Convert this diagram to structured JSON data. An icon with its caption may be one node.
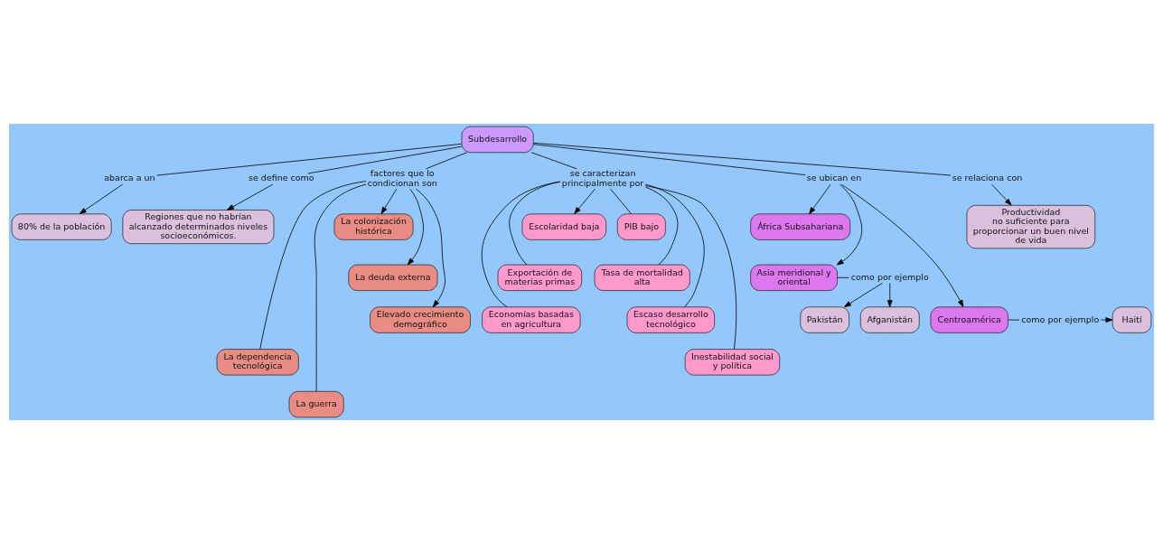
{
  "diagram": {
    "nodes": [
      {
        "text": [
          "Subdesarrollo"
        ]
      },
      {
        "text": [
          "abarca a un"
        ]
      },
      {
        "text": [
          "80% de la población"
        ]
      },
      {
        "text": [
          "se define como"
        ]
      },
      {
        "text": [
          "Regiones que no habrían alcanzado determinados niveles socioeconómicos."
        ]
      },
      {
        "text": [
          "factores que lo condicionan son"
        ]
      },
      {
        "text": [
          "La colonización histórica"
        ]
      },
      {
        "text": [
          "La deuda externa"
        ]
      },
      {
        "text": [
          "Elevado crecimiento demográfico"
        ]
      },
      {
        "text": [
          "La dependencia tecnológica"
        ]
      },
      {
        "text": [
          "La guerra"
        ]
      },
      {
        "text": [
          "se caracterizan principalmente por"
        ]
      },
      {
        "text": [
          "PIB bajo"
        ]
      },
      {
        "text": [
          "Tasa de mortalidad alta"
        ]
      },
      {
        "text": [
          "Escaso desarrollo tecnológico"
        ]
      },
      {
        "text": [
          "Inestabilidad social y política"
        ]
      },
      {
        "text": [
          "Economías basadas en agricultura"
        ]
      },
      {
        "text": [
          "Exportación de materias primas"
        ]
      },
      {
        "text": [
          "Escolaridad baja"
        ]
      },
      {
        "text": [
          "se ubican en"
        ]
      },
      {
        "text": [
          "África Subsahariana"
        ]
      },
      {
        "text": [
          "Asia meridional y oriental"
        ]
      },
      {
        "text": [
          "como por ejemplo"
        ]
      },
      {
        "text": [
          "Pakistán"
        ]
      },
      {
        "text": [
          "Afganistán"
        ]
      },
      {
        "text": [
          "Centroamérica"
        ]
      },
      {
        "text": [
          "como por ejemplo"
        ]
      },
      {
        "text": [
          "Haití"
        ]
      },
      {
        "text": [
          "se relaciona con"
        ]
      },
      {
        "text": [
          "Productividad no suficiente para proporcionar un buen nivel de vida"
        ]
      }
    ],
    "edges": [
      {
        "from": 0,
        "to": 1,
        "arrow": "none"
      },
      {
        "from": 1,
        "to": 2,
        "arrow": "to"
      },
      {
        "from": 0,
        "to": 3,
        "arrow": "none"
      },
      {
        "from": 3,
        "to": 4,
        "arrow": "to"
      },
      {
        "from": 0,
        "to": 5,
        "arrow": "none"
      },
      {
        "from": 5,
        "to": 6,
        "arrow": "to"
      },
      {
        "from": 5,
        "to": 7,
        "arrow": "to"
      },
      {
        "from": 5,
        "to": 8,
        "arrow": "to"
      },
      {
        "from": 5,
        "to": 9,
        "arrow": "none"
      },
      {
        "from": 5,
        "to": 10,
        "arrow": "none"
      },
      {
        "from": 0,
        "to": 11,
        "arrow": "none"
      },
      {
        "from": 11,
        "to": 12,
        "arrow": "none"
      },
      {
        "from": 11,
        "to": 13,
        "arrow": "none"
      },
      {
        "from": 11,
        "to": 14,
        "arrow": "none"
      },
      {
        "from": 11,
        "to": 15,
        "arrow": "none"
      },
      {
        "from": 11,
        "to": 16,
        "arrow": "none"
      },
      {
        "from": 11,
        "to": 17,
        "arrow": "none"
      },
      {
        "from": 11,
        "to": 18,
        "arrow": "to"
      },
      {
        "from": 0,
        "to": 19,
        "arrow": "none"
      },
      {
        "from": 19,
        "to": 20,
        "arrow": "to"
      },
      {
        "from": 19,
        "to": 21,
        "arrow": "to"
      },
      {
        "from": 19,
        "to": 25,
        "arrow": "to"
      },
      {
        "from": 21,
        "to": 22,
        "arrow": "none"
      },
      {
        "from": 22,
        "to": 23,
        "arrow": "to"
      },
      {
        "from": 22,
        "to": 24,
        "arrow": "to"
      },
      {
        "from": 25,
        "to": 26,
        "arrow": "none"
      },
      {
        "from": 26,
        "to": 27,
        "arrow": "to"
      },
      {
        "from": 0,
        "to": 28,
        "arrow": "none"
      },
      {
        "from": 28,
        "to": 29,
        "arrow": "to"
      }
    ]
  }
}
